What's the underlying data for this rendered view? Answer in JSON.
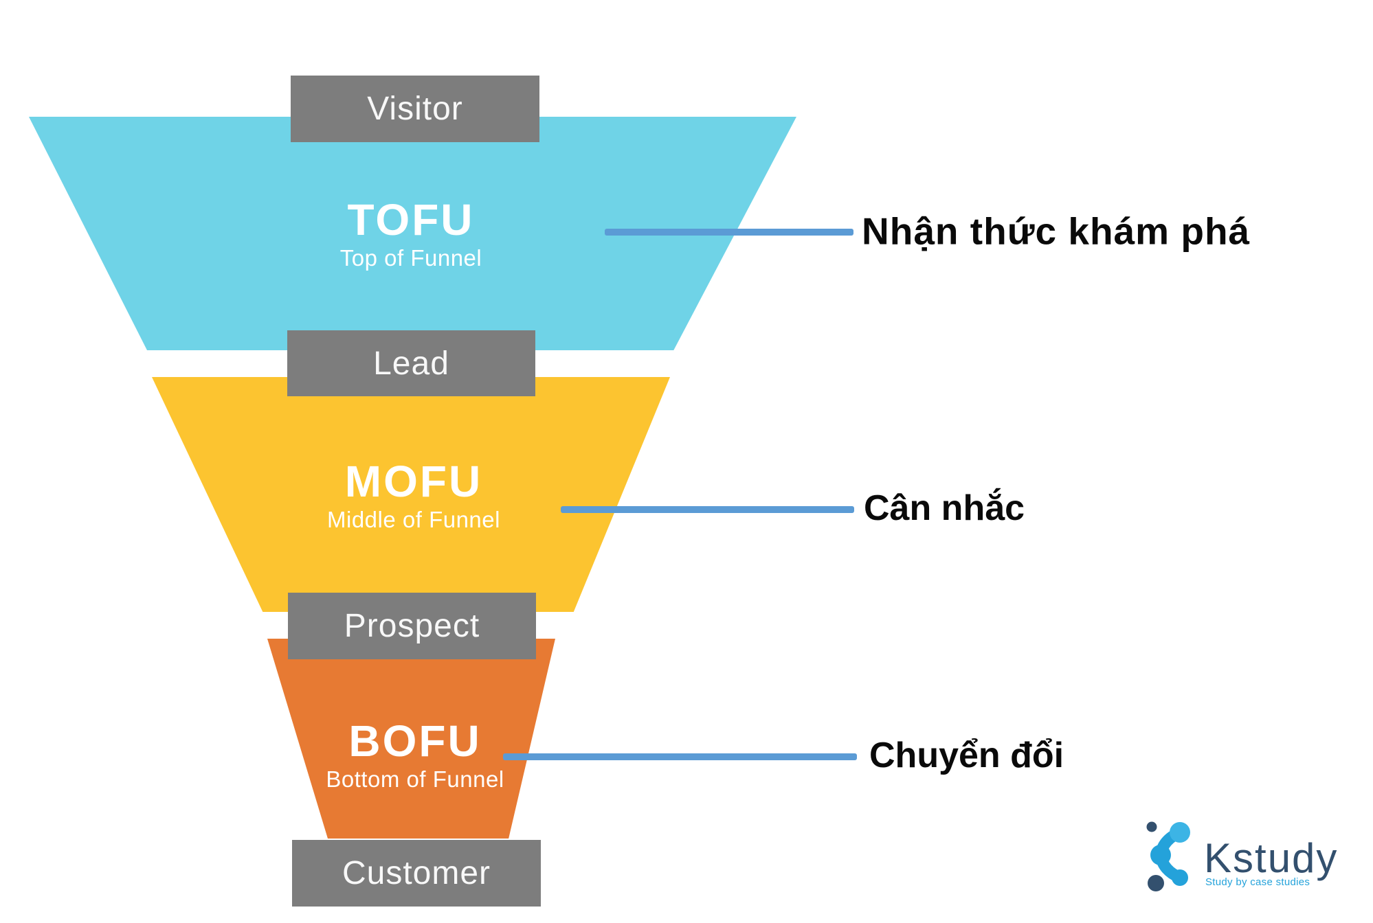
{
  "funnel": {
    "badges": {
      "visitor": "Visitor",
      "lead": "Lead",
      "prospect": "Prospect",
      "customer": "Customer"
    },
    "stages": {
      "tofu": {
        "acronym": "TOFU",
        "full": "Top of Funnel"
      },
      "mofu": {
        "acronym": "MOFU",
        "full": "Middle of Funnel"
      },
      "bofu": {
        "acronym": "BOFU",
        "full": "Bottom of Funnel"
      }
    },
    "annotations": {
      "tofu": "Nhận thức khám phá",
      "mofu": "Cân nhắc",
      "bofu": "Chuyển đổi"
    }
  },
  "logo": {
    "brand": "Kstudy",
    "tagline": "Study by case studies"
  },
  "colors": {
    "tofu": "#6fd3e7",
    "mofu": "#fcc430",
    "bofu": "#e77a33",
    "badge": "#7d7d7d",
    "line": "#5b9bd5",
    "annotation_text": "#0a0a0a",
    "brand_navy": "#33506e",
    "brand_blue": "#24a2da"
  }
}
